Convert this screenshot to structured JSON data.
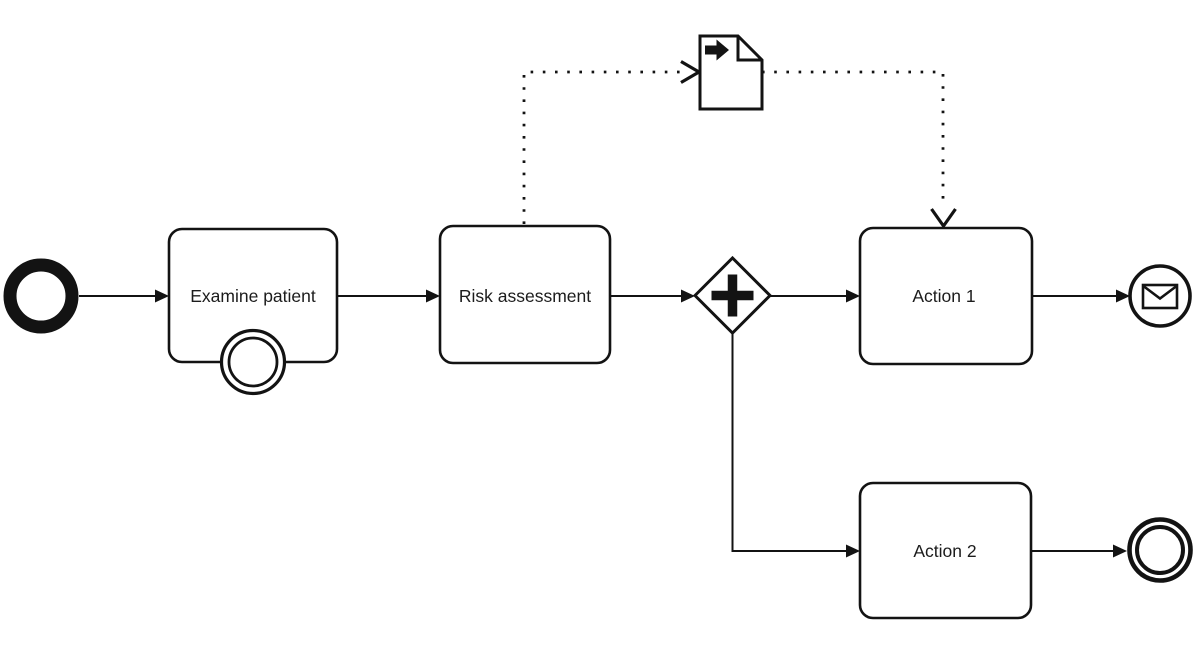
{
  "diagram": {
    "notation": "BPMN process diagram",
    "background_color": "#ffffff",
    "stroke_color": "#131313",
    "text_color": "#1c1c1c",
    "nodes": {
      "start_event": {
        "type": "start-event",
        "label": ""
      },
      "examine_patient": {
        "type": "task",
        "label": "Examine patient"
      },
      "boundary_event": {
        "type": "boundary-event",
        "attached_to": "Examine patient",
        "label": ""
      },
      "risk_assessment": {
        "type": "task",
        "label": "Risk assessment"
      },
      "parallel_gateway": {
        "type": "parallel-gateway",
        "symbol": "+"
      },
      "data_object": {
        "type": "data-object",
        "icon": "document-with-arrow-icon",
        "label": ""
      },
      "action_1": {
        "type": "task",
        "label": "Action 1"
      },
      "action_2": {
        "type": "task",
        "label": "Action 2"
      },
      "message_end_event": {
        "type": "message-end-event",
        "icon": "envelope-icon",
        "label": ""
      },
      "end_event": {
        "type": "end-event",
        "label": ""
      }
    },
    "edges": [
      {
        "from": "start_event",
        "to": "examine_patient",
        "kind": "sequence-flow"
      },
      {
        "from": "examine_patient",
        "to": "risk_assessment",
        "kind": "sequence-flow"
      },
      {
        "from": "risk_assessment",
        "to": "parallel_gateway",
        "kind": "sequence-flow"
      },
      {
        "from": "parallel_gateway",
        "to": "action_1",
        "kind": "sequence-flow"
      },
      {
        "from": "parallel_gateway",
        "to": "action_2",
        "kind": "sequence-flow"
      },
      {
        "from": "action_1",
        "to": "message_end_event",
        "kind": "sequence-flow"
      },
      {
        "from": "action_2",
        "to": "end_event",
        "kind": "sequence-flow"
      },
      {
        "from": "risk_assessment",
        "to": "data_object",
        "kind": "dotted-association"
      },
      {
        "from": "data_object",
        "to": "action_1",
        "kind": "dotted-association"
      }
    ]
  }
}
